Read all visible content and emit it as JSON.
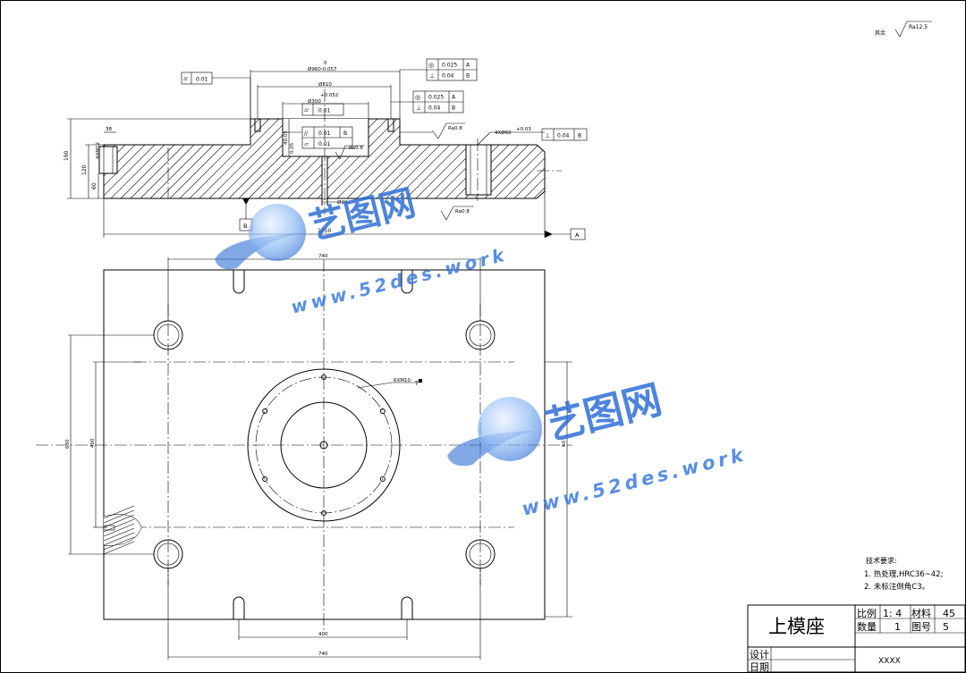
{
  "surface_note": {
    "prefix": "其余",
    "ra": "Ra12.5"
  },
  "top_view": {
    "dims": {
      "tol_upper": "0",
      "d960": "Ø960-0.057",
      "d810": "Ø810",
      "tol_052": "+0.052",
      "d300": "Ø300",
      "h190": "190",
      "h120": "120",
      "h60": "60",
      "w38": "38",
      "hole_4m": "4XM12",
      "bore": "4XØ60",
      "bore_tol": "+0.03",
      "depth": "40.05",
      "depth_tol": "0.05",
      "pin": "Ø20",
      "w1050": "1050"
    },
    "roughness": {
      "ra1": "Ra0.8",
      "ra2": "Ra0.8",
      "ra3": "Ra0.8"
    },
    "datums": {
      "a": "A",
      "b": "B"
    },
    "fcf": {
      "f1": {
        "sym": "⌭",
        "val": "0.01"
      },
      "f2a": {
        "sym": "◎",
        "val": "0.025",
        "ref": "A"
      },
      "f2b": {
        "sym": "⊥",
        "val": "0.04",
        "ref": "B"
      },
      "f3a": {
        "sym": "◎",
        "val": "0.025",
        "ref": "A"
      },
      "f3b": {
        "sym": "⊥",
        "val": "0.04",
        "ref": "B"
      },
      "f4": {
        "sym": "⌭",
        "val": "0.01"
      },
      "f5a": {
        "sym": "//",
        "val": "0.01",
        "ref": "B"
      },
      "f5b": {
        "sym": "▱",
        "val": "0.01"
      },
      "f6": {
        "sym": "⊥",
        "val": "0.04",
        "ref": "B"
      }
    }
  },
  "plan_view": {
    "dims": {
      "w740_top": "740",
      "w740_bottom": "740",
      "w400": "400",
      "h630": "630",
      "h400": "400",
      "h_right": "60",
      "screw": "6XM10",
      "screw_suffix": "T"
    }
  },
  "tech_req": {
    "title": "技术要求:",
    "items": [
      "1. 热处理,HRC36~42;",
      "2. 未标注倒角C3。"
    ]
  },
  "title_block": {
    "part_name": "上模座",
    "scale_label": "比例",
    "scale_value": "1: 4",
    "material_label": "材料",
    "material_value": "45",
    "qty_label": "数量",
    "qty_value": "1",
    "drawing_no_label": "图号",
    "drawing_no_value": "5",
    "design_label": "设计",
    "date_label": "日期",
    "company": "XXXX"
  },
  "watermark": {
    "brand": "艺图网",
    "url": "www.52des.work"
  },
  "colors": {
    "line": "#000000",
    "watermark": "#2f6fd6",
    "watermark_light": "#9cc0f0"
  }
}
